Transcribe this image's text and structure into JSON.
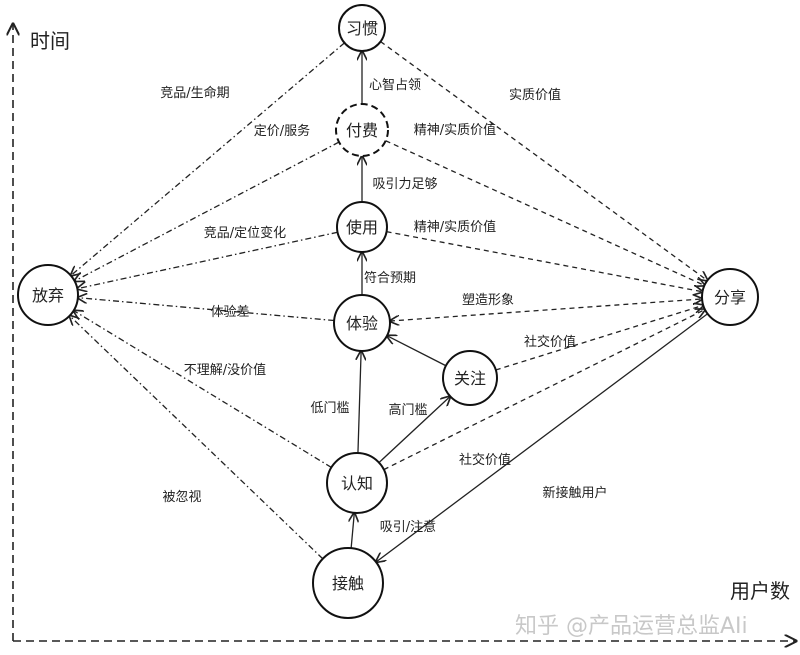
{
  "axes": {
    "y_label": "时间",
    "x_label": "用户数"
  },
  "watermark": "知乎 @产品运营总监AIi",
  "nodes": {
    "habit": "习惯",
    "pay": "付费",
    "use": "使用",
    "experience": "体验",
    "follow": "关注",
    "cognition": "认知",
    "contact": "接触",
    "abandon": "放弃",
    "share": "分享"
  },
  "edge_labels": {
    "habit_abandon": "竞品/生命期",
    "pay_abandon": "定价/服务",
    "use_abandon": "竞品/定位变化",
    "experience_abandon": "体验差",
    "cognition_abandon": "不理解/没价值",
    "contact_abandon": "被忽视",
    "habit_share": "实质价值",
    "pay_share": "精神/实质价值",
    "use_share": "精神/实质价值",
    "experience_share": "塑造形象",
    "follow_share": "社交价值",
    "cognition_share": "社交价值",
    "share_contact": "新接触用户",
    "pay_habit": "心智占领",
    "use_pay": "吸引力足够",
    "experience_use": "符合预期",
    "cognition_experience": "低门槛",
    "cognition_follow": "高门槛",
    "contact_cognition": "吸引/注意"
  }
}
